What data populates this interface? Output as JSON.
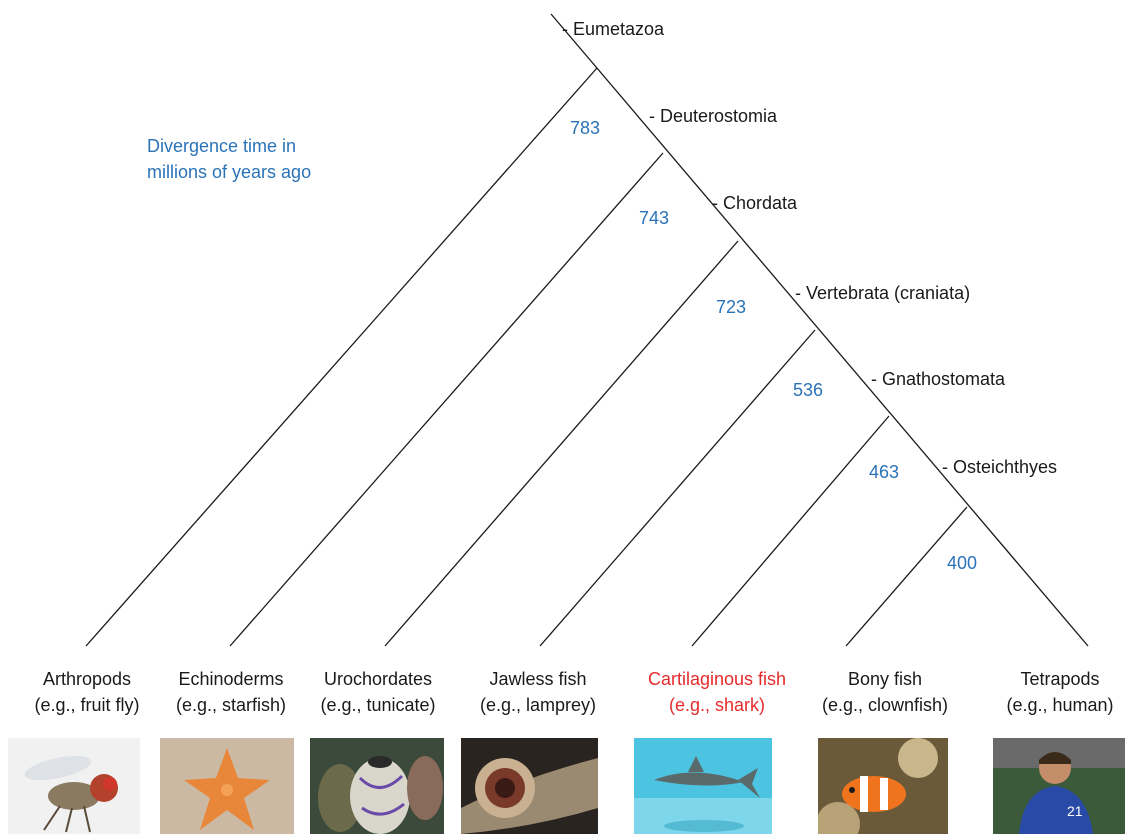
{
  "legend": {
    "line1": "Divergence time in",
    "line2": "millions of years ago"
  },
  "clades": [
    "- Eumetazoa",
    "- Deuterostomia",
    "- Chordata",
    "- Vertebrata (craniata)",
    "- Gnathostomata",
    "- Osteichthyes"
  ],
  "divergence_times": [
    "783",
    "743",
    "723",
    "536",
    "463",
    "400"
  ],
  "taxa": [
    {
      "name": "Arthropods",
      "example": "(e.g., fruit fly)",
      "highlight": false,
      "photo": "fruit-fly-photo"
    },
    {
      "name": "Echinoderms",
      "example": "(e.g., starfish)",
      "highlight": false,
      "photo": "starfish-photo"
    },
    {
      "name": "Urochordates",
      "example": "(e.g., tunicate)",
      "highlight": false,
      "photo": "tunicate-photo"
    },
    {
      "name": "Jawless fish",
      "example": "(e.g., lamprey)",
      "highlight": false,
      "photo": "lamprey-photo"
    },
    {
      "name": "Cartilaginous fish",
      "example": "(e.g., shark)",
      "highlight": true,
      "photo": "shark-photo"
    },
    {
      "name": "Bony fish",
      "example": "(e.g., clownfish)",
      "highlight": false,
      "photo": "clownfish-photo"
    },
    {
      "name": "Tetrapods",
      "example": "(e.g., human)",
      "highlight": false,
      "photo": "human-photo"
    }
  ],
  "colors": {
    "time_label": "#2a73b8",
    "highlight": "#e52b2b",
    "text": "#1a1a1a",
    "line": "#1a1a1a"
  }
}
